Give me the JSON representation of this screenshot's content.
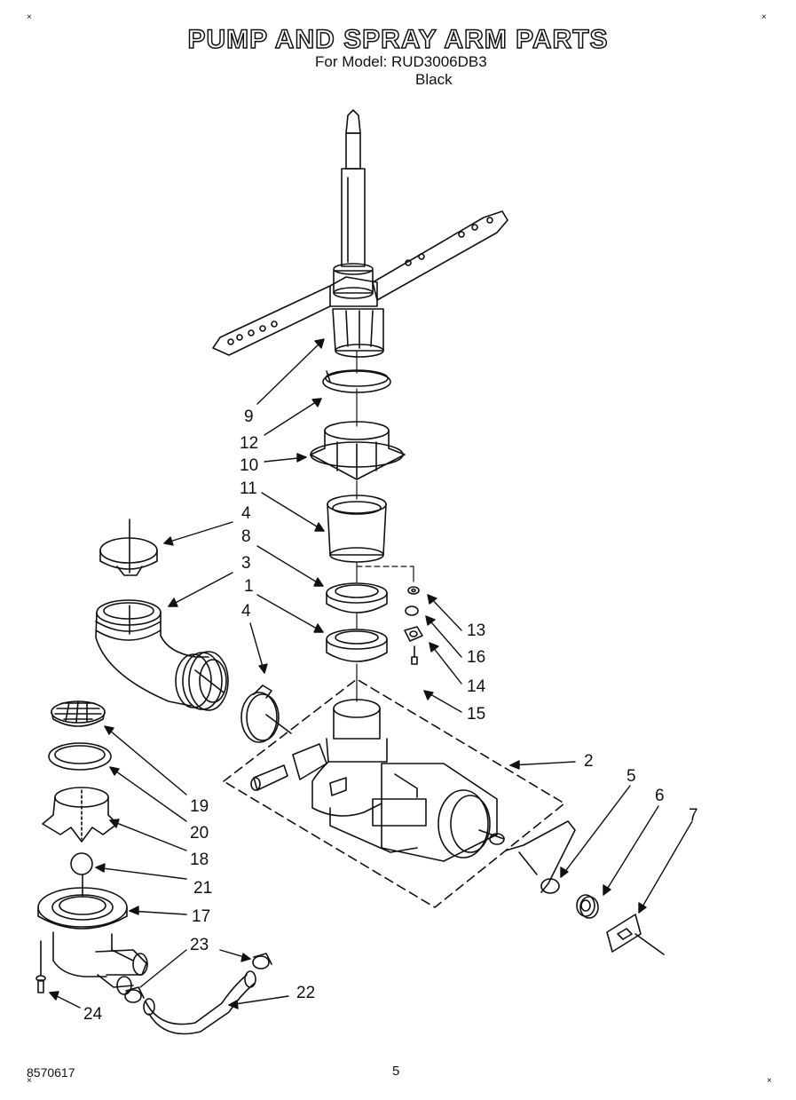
{
  "header": {
    "title": "PUMP AND SPRAY ARM PARTS",
    "model_line": "For Model: RUD3006DB3",
    "color_line": "Black"
  },
  "footer": {
    "doc_id": "8570617",
    "page_number": "5"
  },
  "corner_marks": [
    "×",
    "×",
    "×",
    "×"
  ],
  "callouts": [
    "9",
    "12",
    "10",
    "11",
    "4",
    "8",
    "3",
    "1",
    "4",
    "13",
    "16",
    "14",
    "15",
    "2",
    "5",
    "6",
    "7",
    "19",
    "20",
    "18",
    "21",
    "17",
    "23",
    "22",
    "24"
  ]
}
